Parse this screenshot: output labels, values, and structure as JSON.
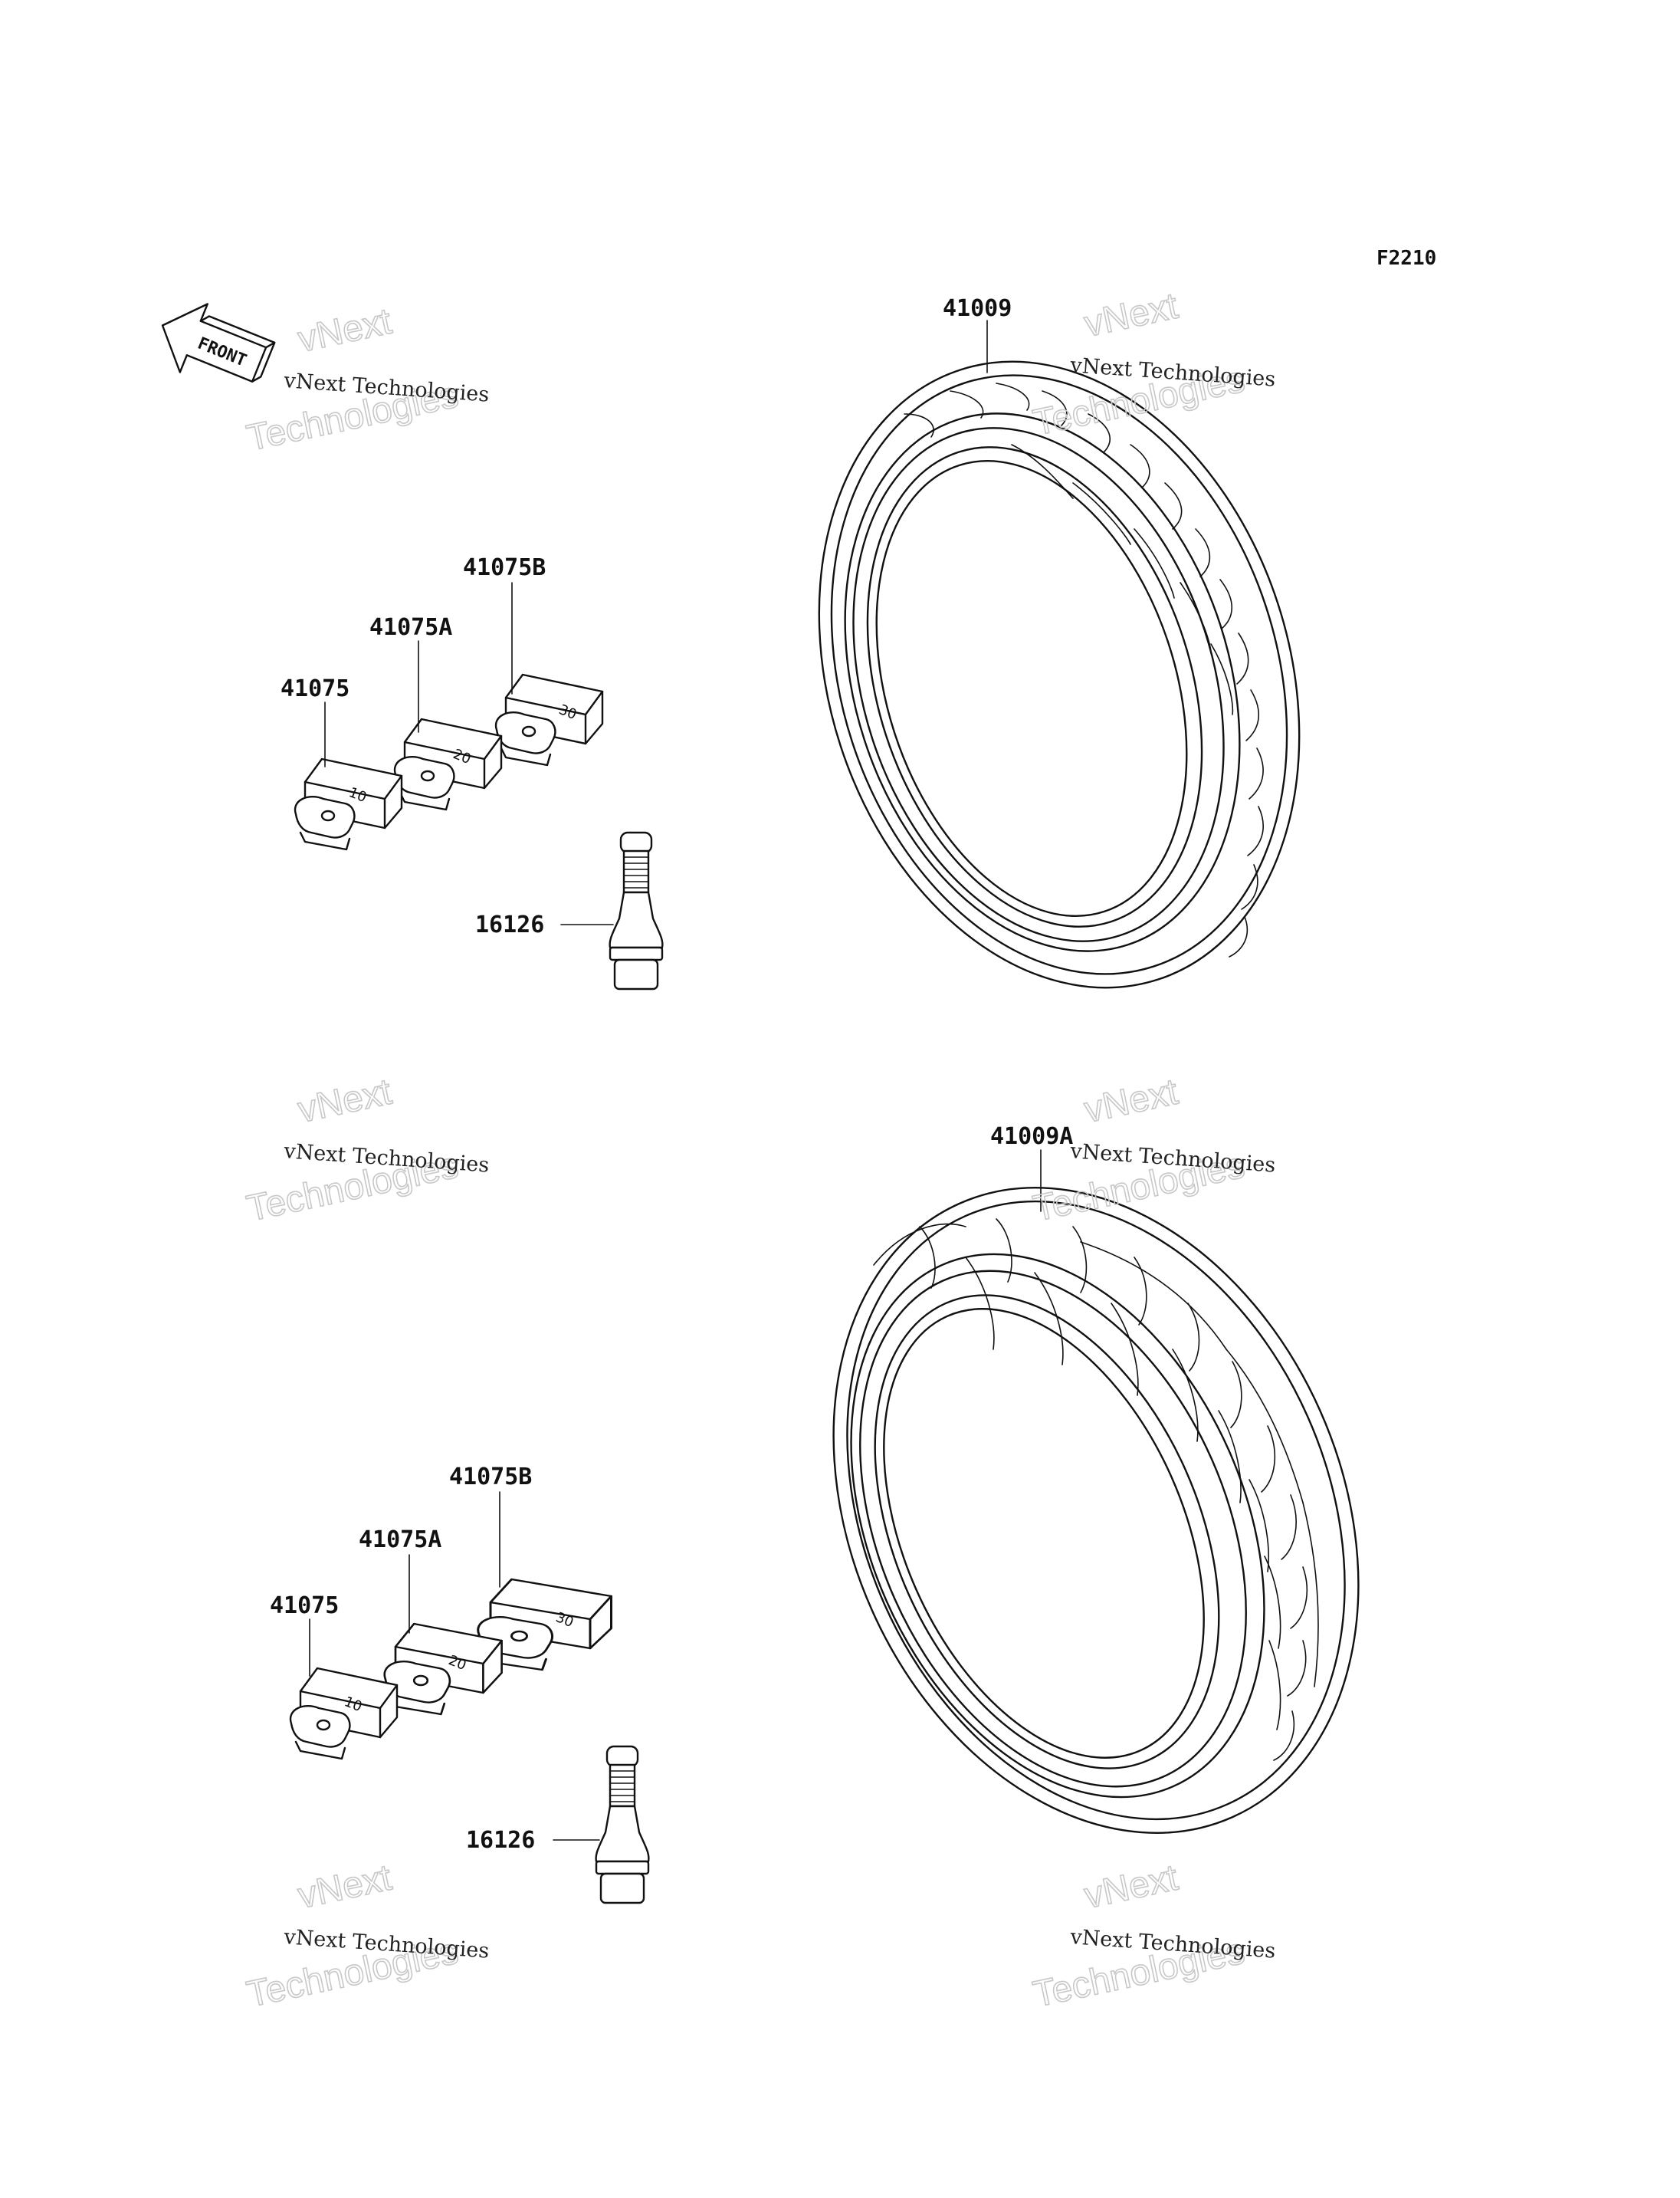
{
  "figure_code": "F2210",
  "front_arrow": {
    "text": "FRONT",
    "icon": "front-arrow-icon"
  },
  "watermark": {
    "line1": "vNext Technologies",
    "line2": "vNext",
    "line3": "Technologies"
  },
  "parts": {
    "tire_front": "41009",
    "tire_rear": "41009A",
    "weight_10_front": "41075",
    "weight_20_front": "41075A",
    "weight_30_front": "41075B",
    "valve_front": "16126",
    "weight_10_rear": "41075",
    "weight_20_rear": "41075A",
    "weight_30_rear": "41075B",
    "valve_rear": "16126"
  },
  "weight_marks": {
    "w10": "10",
    "w20": "20",
    "w30": "30"
  }
}
